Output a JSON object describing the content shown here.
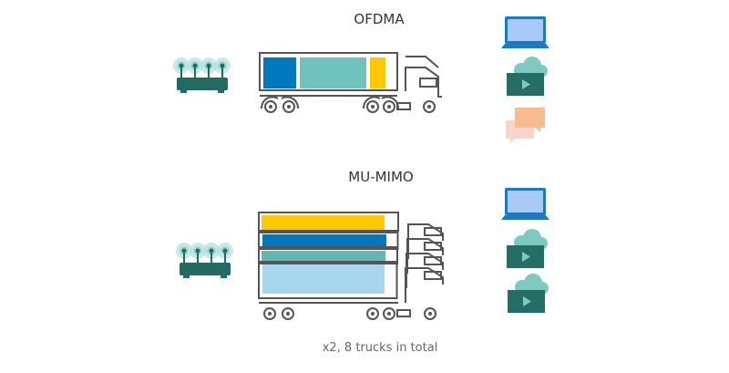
{
  "sections": [
    {
      "title": "OFDMA",
      "cargo": [
        "#0078be",
        "#70c2bd",
        "#ffc800"
      ],
      "devices": [
        "laptop-icon",
        "video-cloud-icon",
        "chat-icon"
      ]
    },
    {
      "title": "MU-MIMO",
      "cargo": [
        "#ffc800",
        "#0078be",
        "#62b8b3",
        "#a8d6ee"
      ],
      "devices": [
        "laptop-icon",
        "video-cloud-icon",
        "video-cloud-icon"
      ]
    }
  ],
  "footnote": "x2, 8 trucks in total",
  "colors": {
    "router": "#226b64",
    "router_glow": "#9fd8d3",
    "truck_outline": "#555555",
    "laptop": "#1a7ac4",
    "laptop_screen": "#a9c9f7",
    "cloud": "#7ec9c2",
    "video": "#246e66",
    "chat_front": "#f7bd8e",
    "chat_back": "#fad4c9"
  }
}
